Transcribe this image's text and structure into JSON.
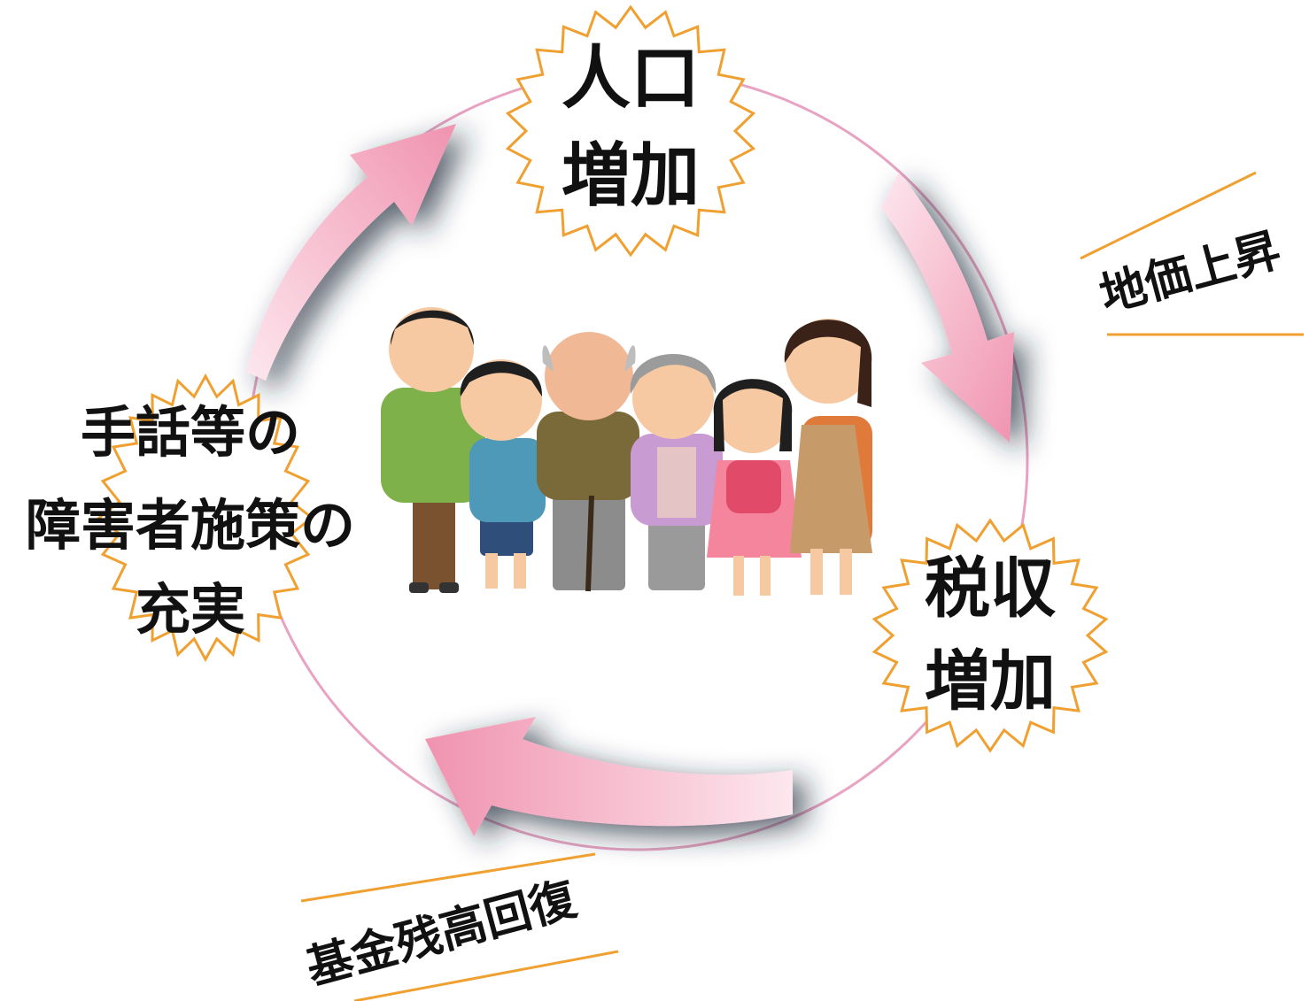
{
  "cycle": {
    "population_increase": {
      "line1": "人口",
      "line2": "増加"
    },
    "tax_revenue_increase": {
      "line1": "税収",
      "line2": "増加"
    },
    "policy_enhancement": {
      "line1": "手話等の",
      "line2": "障害者施策の",
      "line3": "充実"
    }
  },
  "side_notes": {
    "land_price_rise": "地価上昇",
    "fund_balance_recovery": "基金残高回復"
  },
  "colors": {
    "arrow_pink": "#f2a7bd",
    "circle_pink": "#e9a3c2",
    "burst_orange": "#f0a030",
    "underline_orange": "#f0a030"
  },
  "illustration": {
    "subject": "family-group-illustration"
  }
}
